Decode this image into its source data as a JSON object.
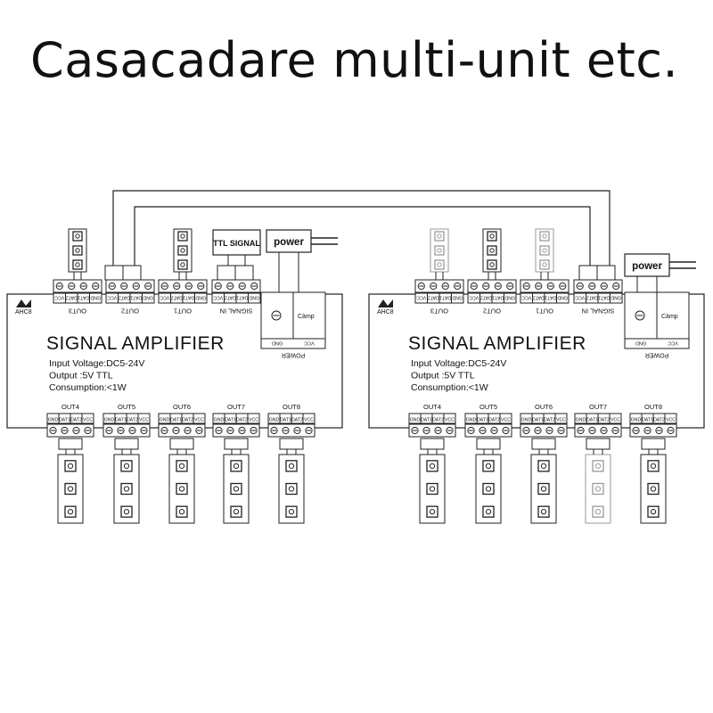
{
  "title": "Casacadare multi-unit etc.",
  "units": [
    {
      "name": "SIGNAL AMPLIFIER",
      "model": "AHC8",
      "specs": [
        "Input Voltage:DC5-24V",
        "Output :5V  TTL",
        "Consumption:<1W"
      ],
      "top_ports": [
        "OUT3",
        "OUT2",
        "OUT1",
        "SIGNAL IN"
      ],
      "bottom_ports": [
        "OUT4",
        "OUT5",
        "OUT6",
        "OUT7",
        "OUT8"
      ],
      "power_block_label": "POWER",
      "power_pins": [
        "GND",
        "VCC"
      ],
      "lamp_label": "Càmp",
      "input_box_label": "TTL SIGNAL",
      "power_input_label": "power"
    },
    {
      "name": "SIGNAL AMPLIFIER",
      "model": "AHC8",
      "specs": [
        "Input Voltage:DC5-24V",
        "Output :5V  TTL",
        "Consumption:<1W"
      ],
      "top_ports": [
        "OUT3",
        "OUT2",
        "OUT1",
        "SIGNAL IN"
      ],
      "bottom_ports": [
        "OUT4",
        "OUT5",
        "OUT6",
        "OUT7",
        "OUT8"
      ],
      "power_block_label": "POWER",
      "power_pins": [
        "GND",
        "VCC"
      ],
      "lamp_label": "Càmp",
      "power_input_label": "power"
    }
  ],
  "pin_labels": [
    "GND",
    "DAT1",
    "DAT2",
    "VCC"
  ],
  "colors": {
    "line": "#222222",
    "background": "#ffffff",
    "text": "#111111"
  }
}
